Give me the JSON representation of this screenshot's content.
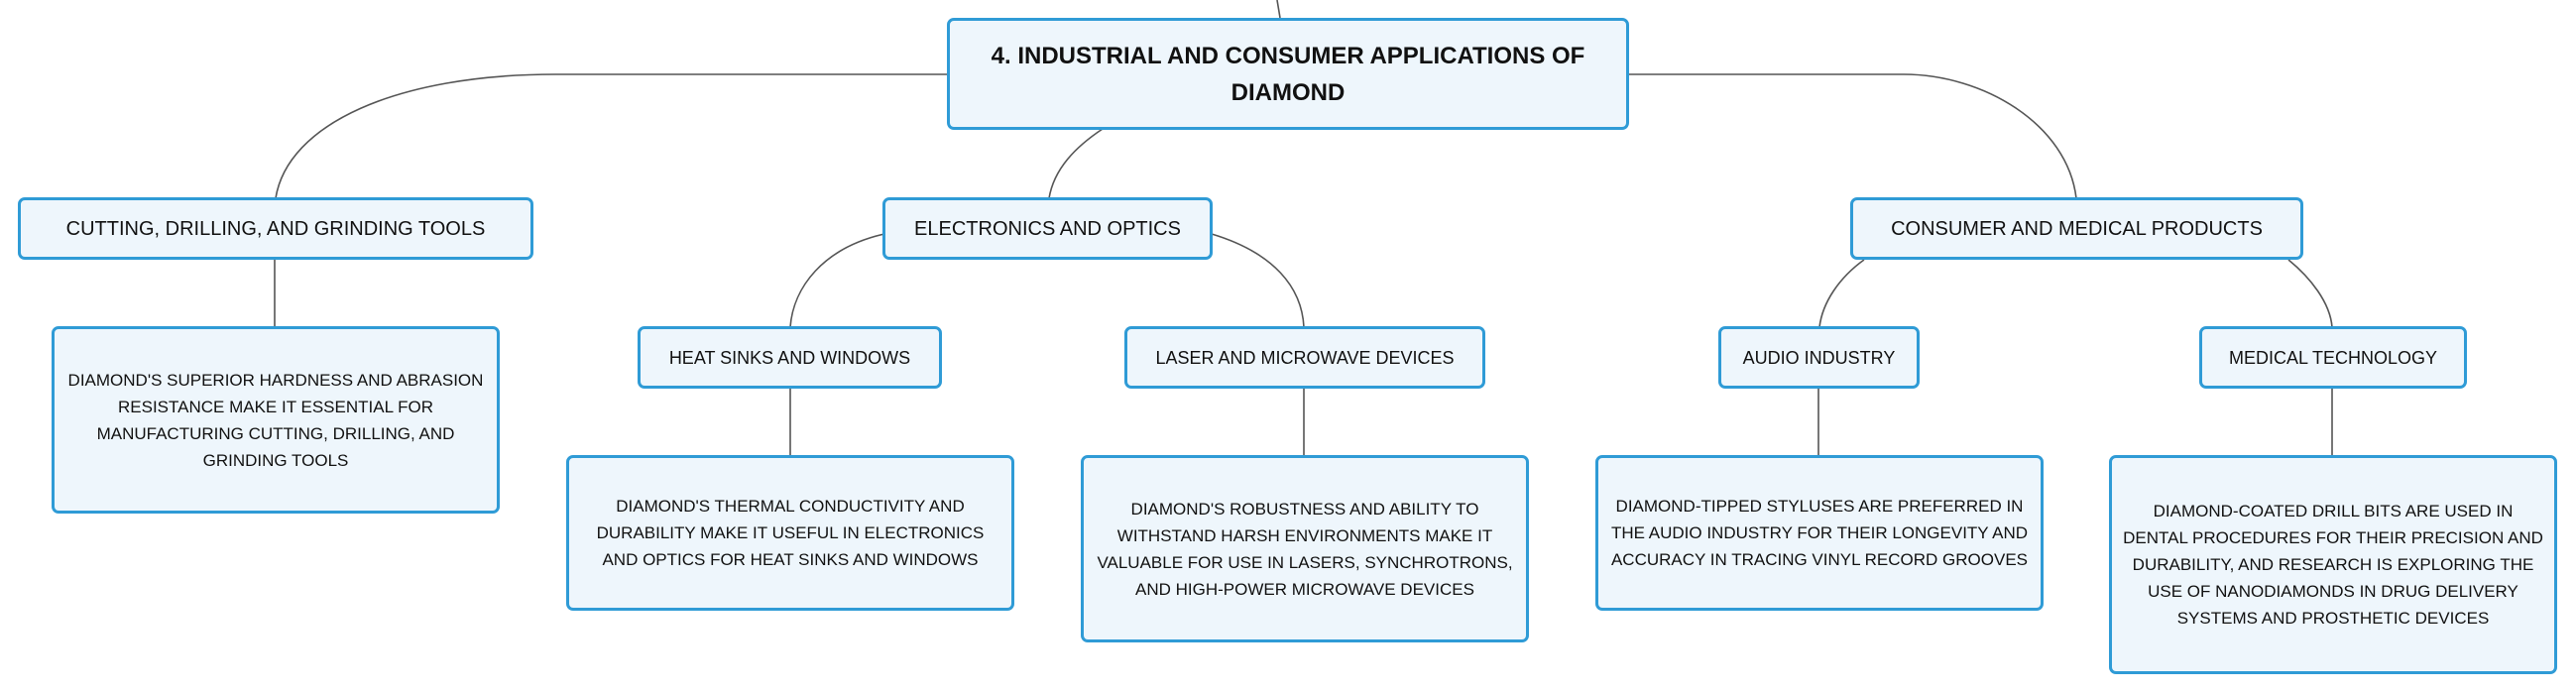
{
  "diagram": {
    "root": "4. INDUSTRIAL AND CONSUMER APPLICATIONS OF DIAMOND",
    "branches": [
      {
        "label": "CUTTING, DRILLING, AND GRINDING TOOLS",
        "detail": "DIAMOND'S SUPERIOR HARDNESS AND ABRASION RESISTANCE MAKE IT ESSENTIAL FOR MANUFACTURING CUTTING, DRILLING, AND GRINDING TOOLS"
      },
      {
        "label": "ELECTRONICS AND OPTICS",
        "children": [
          {
            "label": "HEAT SINKS AND WINDOWS",
            "detail": "DIAMOND'S THERMAL CONDUCTIVITY AND DURABILITY MAKE IT USEFUL IN ELECTRONICS AND OPTICS FOR HEAT SINKS AND WINDOWS"
          },
          {
            "label": "LASER AND MICROWAVE DEVICES",
            "detail": "DIAMOND'S ROBUSTNESS AND ABILITY TO WITHSTAND HARSH ENVIRONMENTS MAKE IT VALUABLE FOR USE IN LASERS, SYNCHROTRONS, AND HIGH-POWER MICROWAVE DEVICES"
          }
        ]
      },
      {
        "label": "CONSUMER AND MEDICAL PRODUCTS",
        "children": [
          {
            "label": "AUDIO INDUSTRY",
            "detail": "DIAMOND-TIPPED STYLUSES ARE PREFERRED IN THE AUDIO INDUSTRY FOR THEIR LONGEVITY AND ACCURACY IN TRACING VINYL RECORD GROOVES"
          },
          {
            "label": "MEDICAL TECHNOLOGY",
            "detail": "DIAMOND-COATED DRILL BITS ARE USED IN DENTAL PROCEDURES FOR THEIR PRECISION AND DURABILITY, AND RESEARCH IS EXPLORING THE USE OF NANODIAMONDS IN DRUG DELIVERY SYSTEMS AND PROSTHETIC DEVICES"
          }
        ]
      }
    ]
  }
}
